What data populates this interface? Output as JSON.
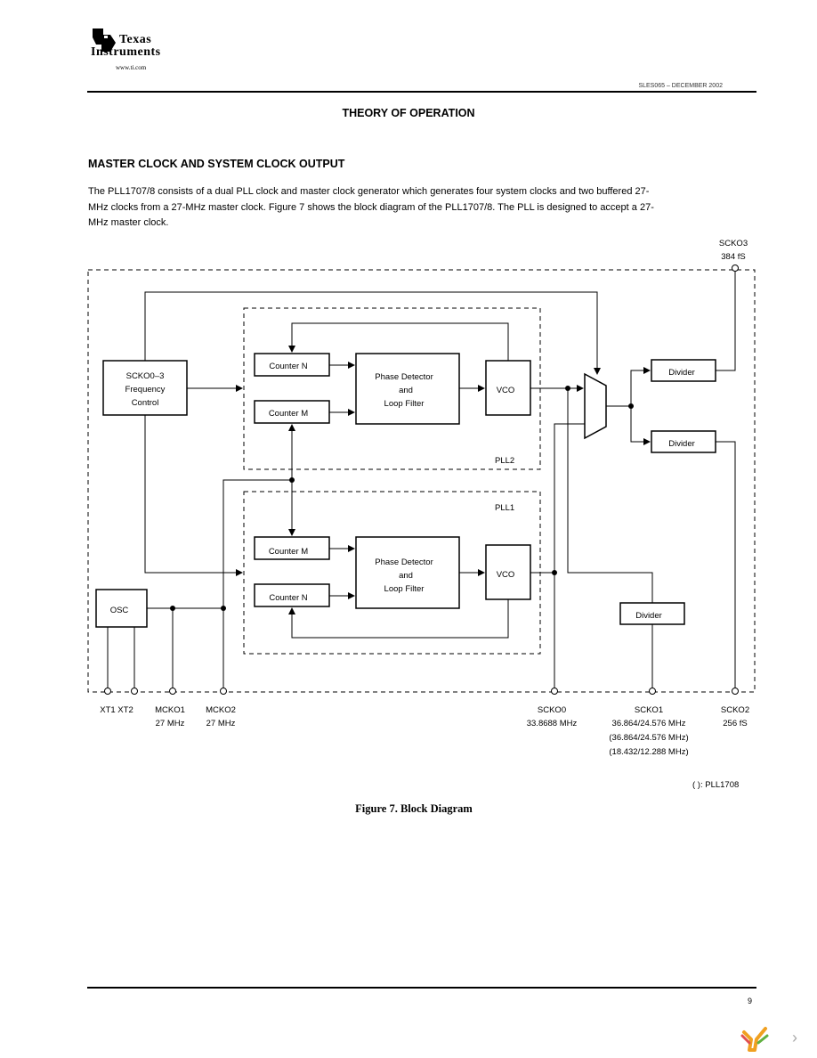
{
  "header": {
    "brand_line1": "Texas",
    "brand_line2": "Instruments",
    "url": "www.ti.com",
    "doc_id": "SLES065 – DECEMBER 2002"
  },
  "section_title": "THEORY OF OPERATION",
  "subsection_title": "MASTER CLOCK AND SYSTEM CLOCK OUTPUT",
  "body_text": "The PLL1707/8 consists of a dual PLL clock and master clock generator which generates four system clocks and two buffered 27-MHz clocks from a 27-MHz master clock. Figure 7 shows the block diagram of the PLL1707/8. The PLL is designed to accept a 27-MHz master clock.",
  "diagram": {
    "freq_control": [
      "SCKO0–3",
      "Frequency",
      "Control"
    ],
    "pll2": {
      "label": "PLL2",
      "counter_top": "Counter N",
      "counter_bottom": "Counter M",
      "detector": [
        "Phase Detector",
        "and",
        "Loop Filter"
      ],
      "vco": "VCO"
    },
    "pll1": {
      "label": "PLL1",
      "counter_top": "Counter M",
      "counter_bottom": "Counter N",
      "detector": [
        "Phase Detector",
        "and",
        "Loop Filter"
      ],
      "vco": "VCO"
    },
    "osc": "OSC",
    "divider_label": "Divider",
    "pins": {
      "scko3": [
        "SCKO3",
        "384 fS"
      ],
      "xt": "XT1 XT2",
      "mcko1": [
        "MCKO1",
        "27 MHz"
      ],
      "mcko2": [
        "MCKO2",
        "27 MHz"
      ],
      "scko0": [
        "SCKO0",
        "33.8688 MHz"
      ],
      "scko1": [
        "SCKO1",
        "36.864/24.576 MHz",
        "(36.864/24.576 MHz)",
        "(18.432/12.288 MHz)"
      ],
      "scko2": [
        "SCKO2",
        "256 fS"
      ]
    },
    "footnote": "( ): PLL1708"
  },
  "figure_caption": "Figure 7. Block Diagram",
  "page_number": "9",
  "colors": {
    "ink": "#000000",
    "rule": "#000000",
    "nav_arrow": "#aaaaaa"
  }
}
